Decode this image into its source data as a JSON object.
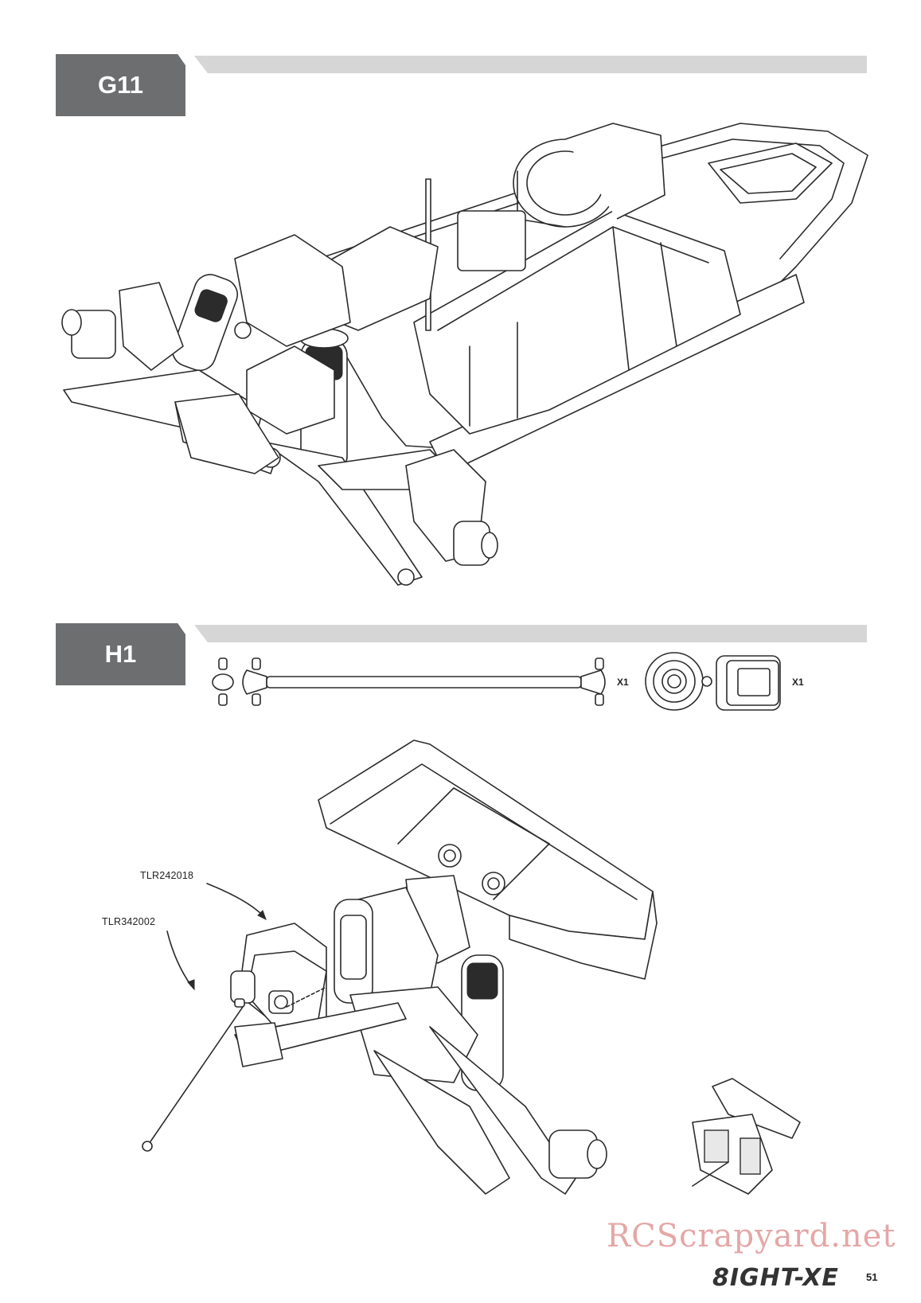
{
  "steps": [
    {
      "label": "G11"
    },
    {
      "label": "H1"
    }
  ],
  "parts_strip": {
    "driveshaft_qty": "X1",
    "cup_qty": "X1"
  },
  "callouts": {
    "part_a": "TLR242018",
    "part_b": "TLR342002"
  },
  "footer": {
    "watermark": "RCScrapyard.net",
    "brand": "8IGHT-XE",
    "page_number": "51"
  }
}
